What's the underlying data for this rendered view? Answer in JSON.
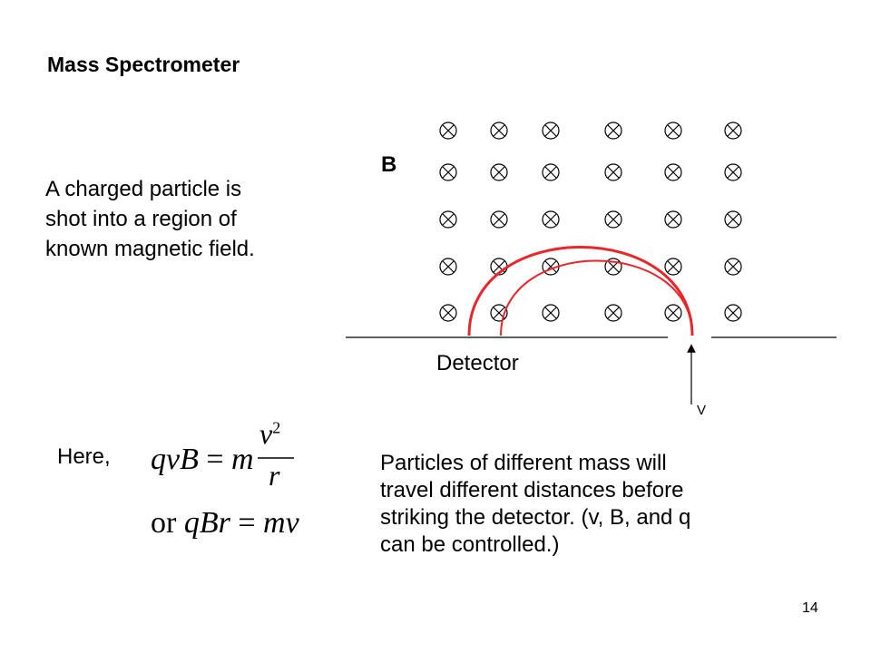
{
  "title": "Mass Spectrometer",
  "intro_lines": [
    "A charged particle is",
    "shot into a region of",
    "known magnetic field."
  ],
  "field_label": "B",
  "detector_label": "Detector",
  "velocity_label": "V",
  "here_label": "Here,",
  "equation_1": {
    "lhs": "qvB",
    "equals": "=",
    "m": "m",
    "numerator": "v",
    "exponent": "2",
    "denominator": "r"
  },
  "equation_2": {
    "or": "or",
    "lhs": "qBr",
    "equals": "=",
    "rhs": "mv"
  },
  "description_lines": [
    "Particles of different mass will",
    "travel different distances before",
    "striking the detector. (v, B, and q",
    "can be controlled.)"
  ],
  "page_number": "14",
  "field_grid": {
    "rows": 5,
    "cols": 6,
    "symbol": "into-page-cross-icon"
  },
  "colors": {
    "trajectory": "#e8262c",
    "text": "#000000"
  }
}
